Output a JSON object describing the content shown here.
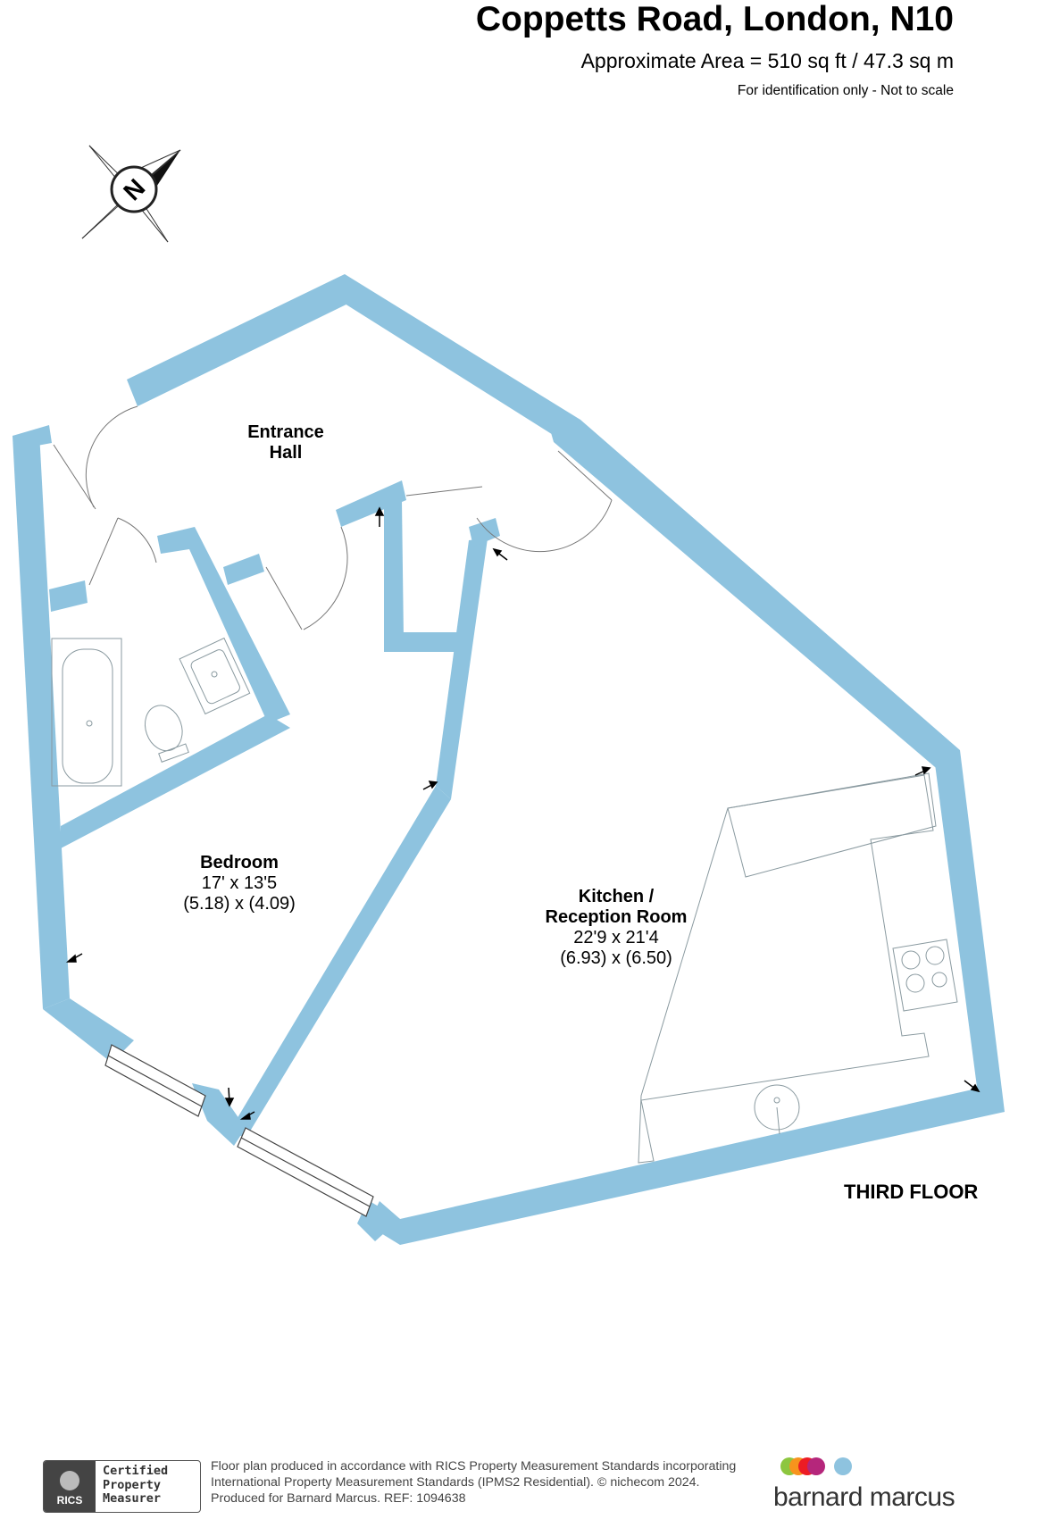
{
  "header": {
    "title": "Coppetts Road, London, N10",
    "area": "Approximate Area = 510 sq ft / 47.3 sq m",
    "note": "For identification only - Not to scale"
  },
  "compass": {
    "letter": "N"
  },
  "rooms": [
    {
      "name_lines": [
        "Entrance",
        "Hall"
      ],
      "dims": []
    },
    {
      "name_lines": [
        "Bedroom"
      ],
      "dims": [
        "17' x 13'5",
        "(5.18) x (4.09)"
      ]
    },
    {
      "name_lines": [
        "Kitchen /",
        "Reception Room"
      ],
      "dims": [
        "22'9 x 21'4",
        "(6.93) x (6.50)"
      ]
    }
  ],
  "floor_label": "THIRD FLOOR",
  "footer": {
    "rics": {
      "seal": "RICS",
      "lines": [
        "Certified",
        "Property",
        "Measurer"
      ]
    },
    "disclaimer": [
      "Floor plan produced in accordance with RICS Property Measurement Standards incorporating",
      "International Property Measurement Standards (IPMS2 Residential).   © nichecom 2024.",
      "Produced for Barnard Marcus.   REF:  1094638"
    ],
    "brand": {
      "name": "barnard marcus",
      "dot_colors": [
        "#8dc63f",
        "#f7941d",
        "#ed1c24",
        "#b5267b",
        "#8ec3df"
      ]
    }
  },
  "colors": {
    "wall": "#8ec3df",
    "fixture": "#8a9aa0"
  }
}
